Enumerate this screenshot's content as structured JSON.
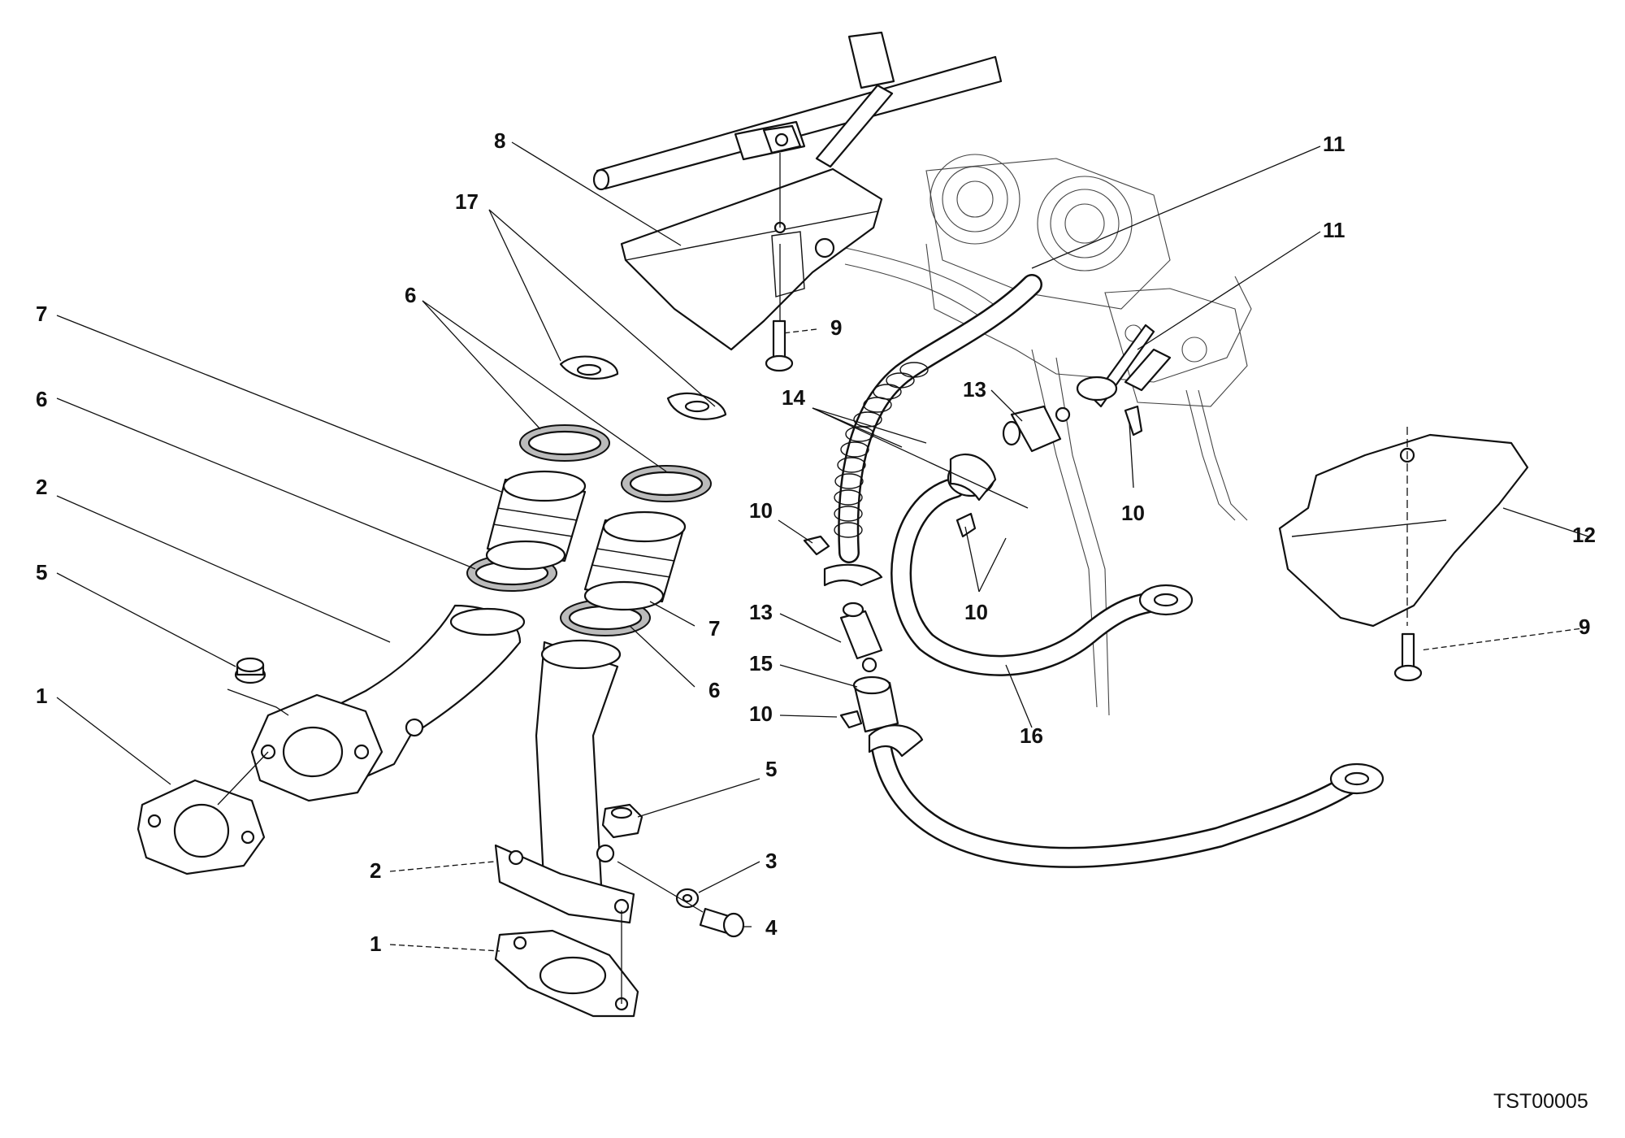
{
  "diagram": {
    "drawing_code": "TST00005",
    "callouts": [
      {
        "id": "c8",
        "text": "8"
      },
      {
        "id": "c17",
        "text": "17"
      },
      {
        "id": "c6a",
        "text": "6"
      },
      {
        "id": "c7a",
        "text": "7"
      },
      {
        "id": "c6b",
        "text": "6"
      },
      {
        "id": "c2a",
        "text": "2"
      },
      {
        "id": "c5a",
        "text": "5"
      },
      {
        "id": "c1a",
        "text": "1"
      },
      {
        "id": "c9a",
        "text": "9"
      },
      {
        "id": "c14",
        "text": "14"
      },
      {
        "id": "c11a",
        "text": "11"
      },
      {
        "id": "c11b",
        "text": "11"
      },
      {
        "id": "c13a",
        "text": "13"
      },
      {
        "id": "c10a",
        "text": "10"
      },
      {
        "id": "c10b",
        "text": "10"
      },
      {
        "id": "c10c",
        "text": "10"
      },
      {
        "id": "c12",
        "text": "12"
      },
      {
        "id": "c9b",
        "text": "9"
      },
      {
        "id": "c7b",
        "text": "7"
      },
      {
        "id": "c6c",
        "text": "6"
      },
      {
        "id": "c13b",
        "text": "13"
      },
      {
        "id": "c15",
        "text": "15"
      },
      {
        "id": "c10d",
        "text": "10"
      },
      {
        "id": "c16",
        "text": "16"
      },
      {
        "id": "c5b",
        "text": "5"
      },
      {
        "id": "c3",
        "text": "3"
      },
      {
        "id": "c2b",
        "text": "2"
      },
      {
        "id": "c4",
        "text": "4"
      },
      {
        "id": "c1b",
        "text": "1"
      }
    ]
  }
}
